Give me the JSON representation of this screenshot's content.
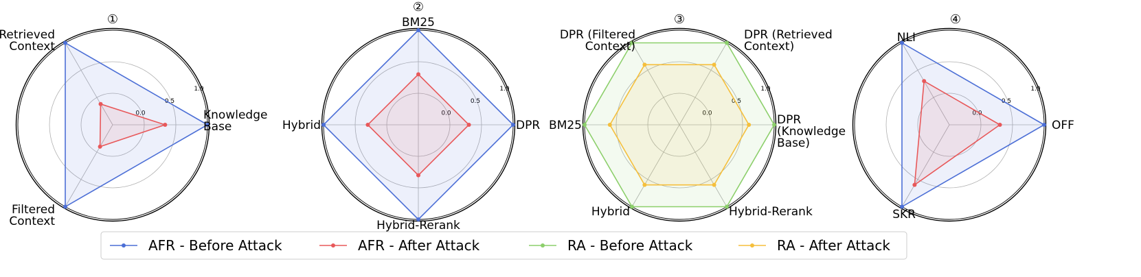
{
  "chart_data": [
    {
      "type": "radar",
      "title": "①",
      "axes": [
        "Knowledge\nBase",
        "Retrieved\nContext",
        "Filtered\nContext"
      ],
      "rlim": [
        -0.5,
        1.0
      ],
      "rticks": [
        "0.0",
        "0.5",
        "1.0"
      ],
      "grid": true,
      "series": [
        {
          "ref": 0,
          "values": [
            1.0,
            1.0,
            1.0
          ]
        },
        {
          "ref": 1,
          "values": [
            0.33,
            -0.12,
            -0.1
          ]
        }
      ]
    },
    {
      "type": "radar",
      "title": "②",
      "axes": [
        "DPR",
        "BM25",
        "Hybrid",
        "Hybrid-Rerank"
      ],
      "rlim": [
        -0.5,
        1.0
      ],
      "rticks": [
        "0.0",
        "0.5",
        "1.0"
      ],
      "grid": true,
      "series": [
        {
          "ref": 0,
          "values": [
            1.0,
            1.0,
            1.0,
            1.0
          ]
        },
        {
          "ref": 1,
          "values": [
            0.3,
            0.3,
            0.3,
            0.3
          ]
        }
      ]
    },
    {
      "type": "radar",
      "title": "③",
      "axes": [
        "DPR\n(Knowledge\nBase)",
        "DPR (Retrieved\nContext)",
        "DPR (Filtered\nContext)",
        "BM25",
        "Hybrid",
        "Hybrid-Rerank"
      ],
      "rlim": [
        -0.5,
        1.0
      ],
      "rticks": [
        "0.0",
        "0.5",
        "1.0"
      ],
      "grid": true,
      "series": [
        {
          "ref": 2,
          "values": [
            1.0,
            1.0,
            1.0,
            1.0,
            1.0,
            1.0
          ]
        },
        {
          "ref": 3,
          "values": [
            0.6,
            0.6,
            0.6,
            0.6,
            0.6,
            0.6
          ]
        }
      ]
    },
    {
      "type": "radar",
      "title": "④",
      "axes": [
        "OFF",
        "NLI",
        "SKR"
      ],
      "rlim": [
        -0.5,
        1.0
      ],
      "rticks": [
        "0.0",
        "0.5",
        "1.0"
      ],
      "grid": true,
      "series": [
        {
          "ref": 0,
          "values": [
            1.0,
            1.0,
            1.0
          ]
        },
        {
          "ref": 1,
          "values": [
            0.3,
            0.3,
            0.6
          ]
        }
      ]
    }
  ],
  "legend": {
    "placement": "bottom",
    "items": [
      {
        "label": "AFR - Before Attack",
        "color": "#4c6fd6"
      },
      {
        "label": "AFR - After Attack",
        "color": "#e8585a"
      },
      {
        "label": "RA - Before Attack",
        "color": "#8ccf6b"
      },
      {
        "label": "RA - After Attack",
        "color": "#f5bf3c"
      }
    ]
  }
}
